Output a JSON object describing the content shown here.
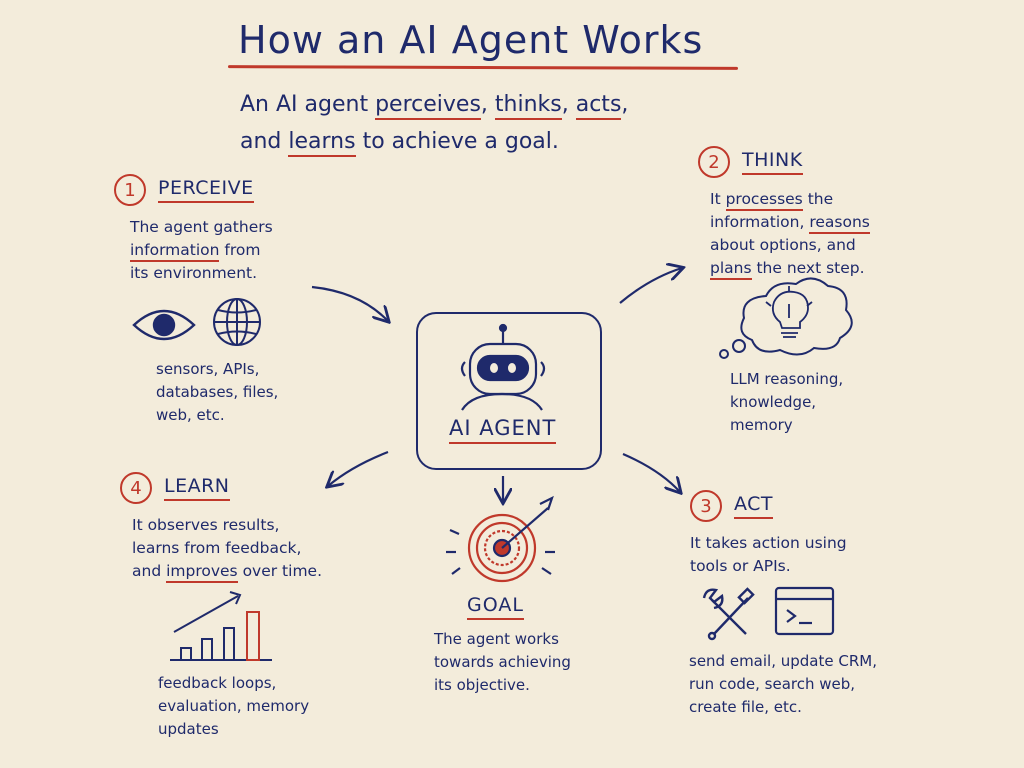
{
  "title": "How an AI Agent Works",
  "subtitle": {
    "l1_a": "An AI agent",
    "l1_perceives": "perceives",
    "l1_b": ",",
    "l1_thinks": "thinks",
    "l1_c": ",",
    "l1_acts": "acts",
    "l1_d": ",",
    "l2_a": "and",
    "l2_learns": "learns",
    "l2_b": "to achieve a goal."
  },
  "center": {
    "label": "AI AGENT"
  },
  "perceive": {
    "num": "1",
    "title": "PERCEIVE",
    "line1": "The agent gathers",
    "line2_u": "information",
    "line2_b": " from",
    "line3": "its environment.",
    "note": [
      "sensors, APIs,",
      "databases, files,",
      "web, etc."
    ]
  },
  "think": {
    "num": "2",
    "title": "THINK",
    "line1_a": "It ",
    "line1_u": "processes",
    "line1_b": " the",
    "line2_a": "information, ",
    "line2_u": "reasons",
    "line3": "about options, and",
    "line4_u": "plans",
    "line4_b": " the next step.",
    "note": [
      "LLM reasoning,",
      "knowledge,",
      "memory"
    ]
  },
  "act": {
    "num": "3",
    "title": "ACT",
    "line1": "It takes action using",
    "line2": "tools or APIs.",
    "note": [
      "send email, update CRM,",
      "run code, search web,",
      "create file, etc."
    ]
  },
  "learn": {
    "num": "4",
    "title": "LEARN",
    "line1": "It observes results,",
    "line2": "learns from feedback,",
    "line3_a": "and ",
    "line3_u": "improves",
    "line3_b": " over time.",
    "note": [
      "feedback loops,",
      "evaluation, memory",
      "updates"
    ]
  },
  "goal": {
    "title": "GOAL",
    "note": [
      "The agent works",
      "towards achieving",
      "its objective."
    ]
  },
  "colors": {
    "ink": "#1f2a6b",
    "accent": "#c0392b",
    "paper": "#f3ecdb"
  }
}
